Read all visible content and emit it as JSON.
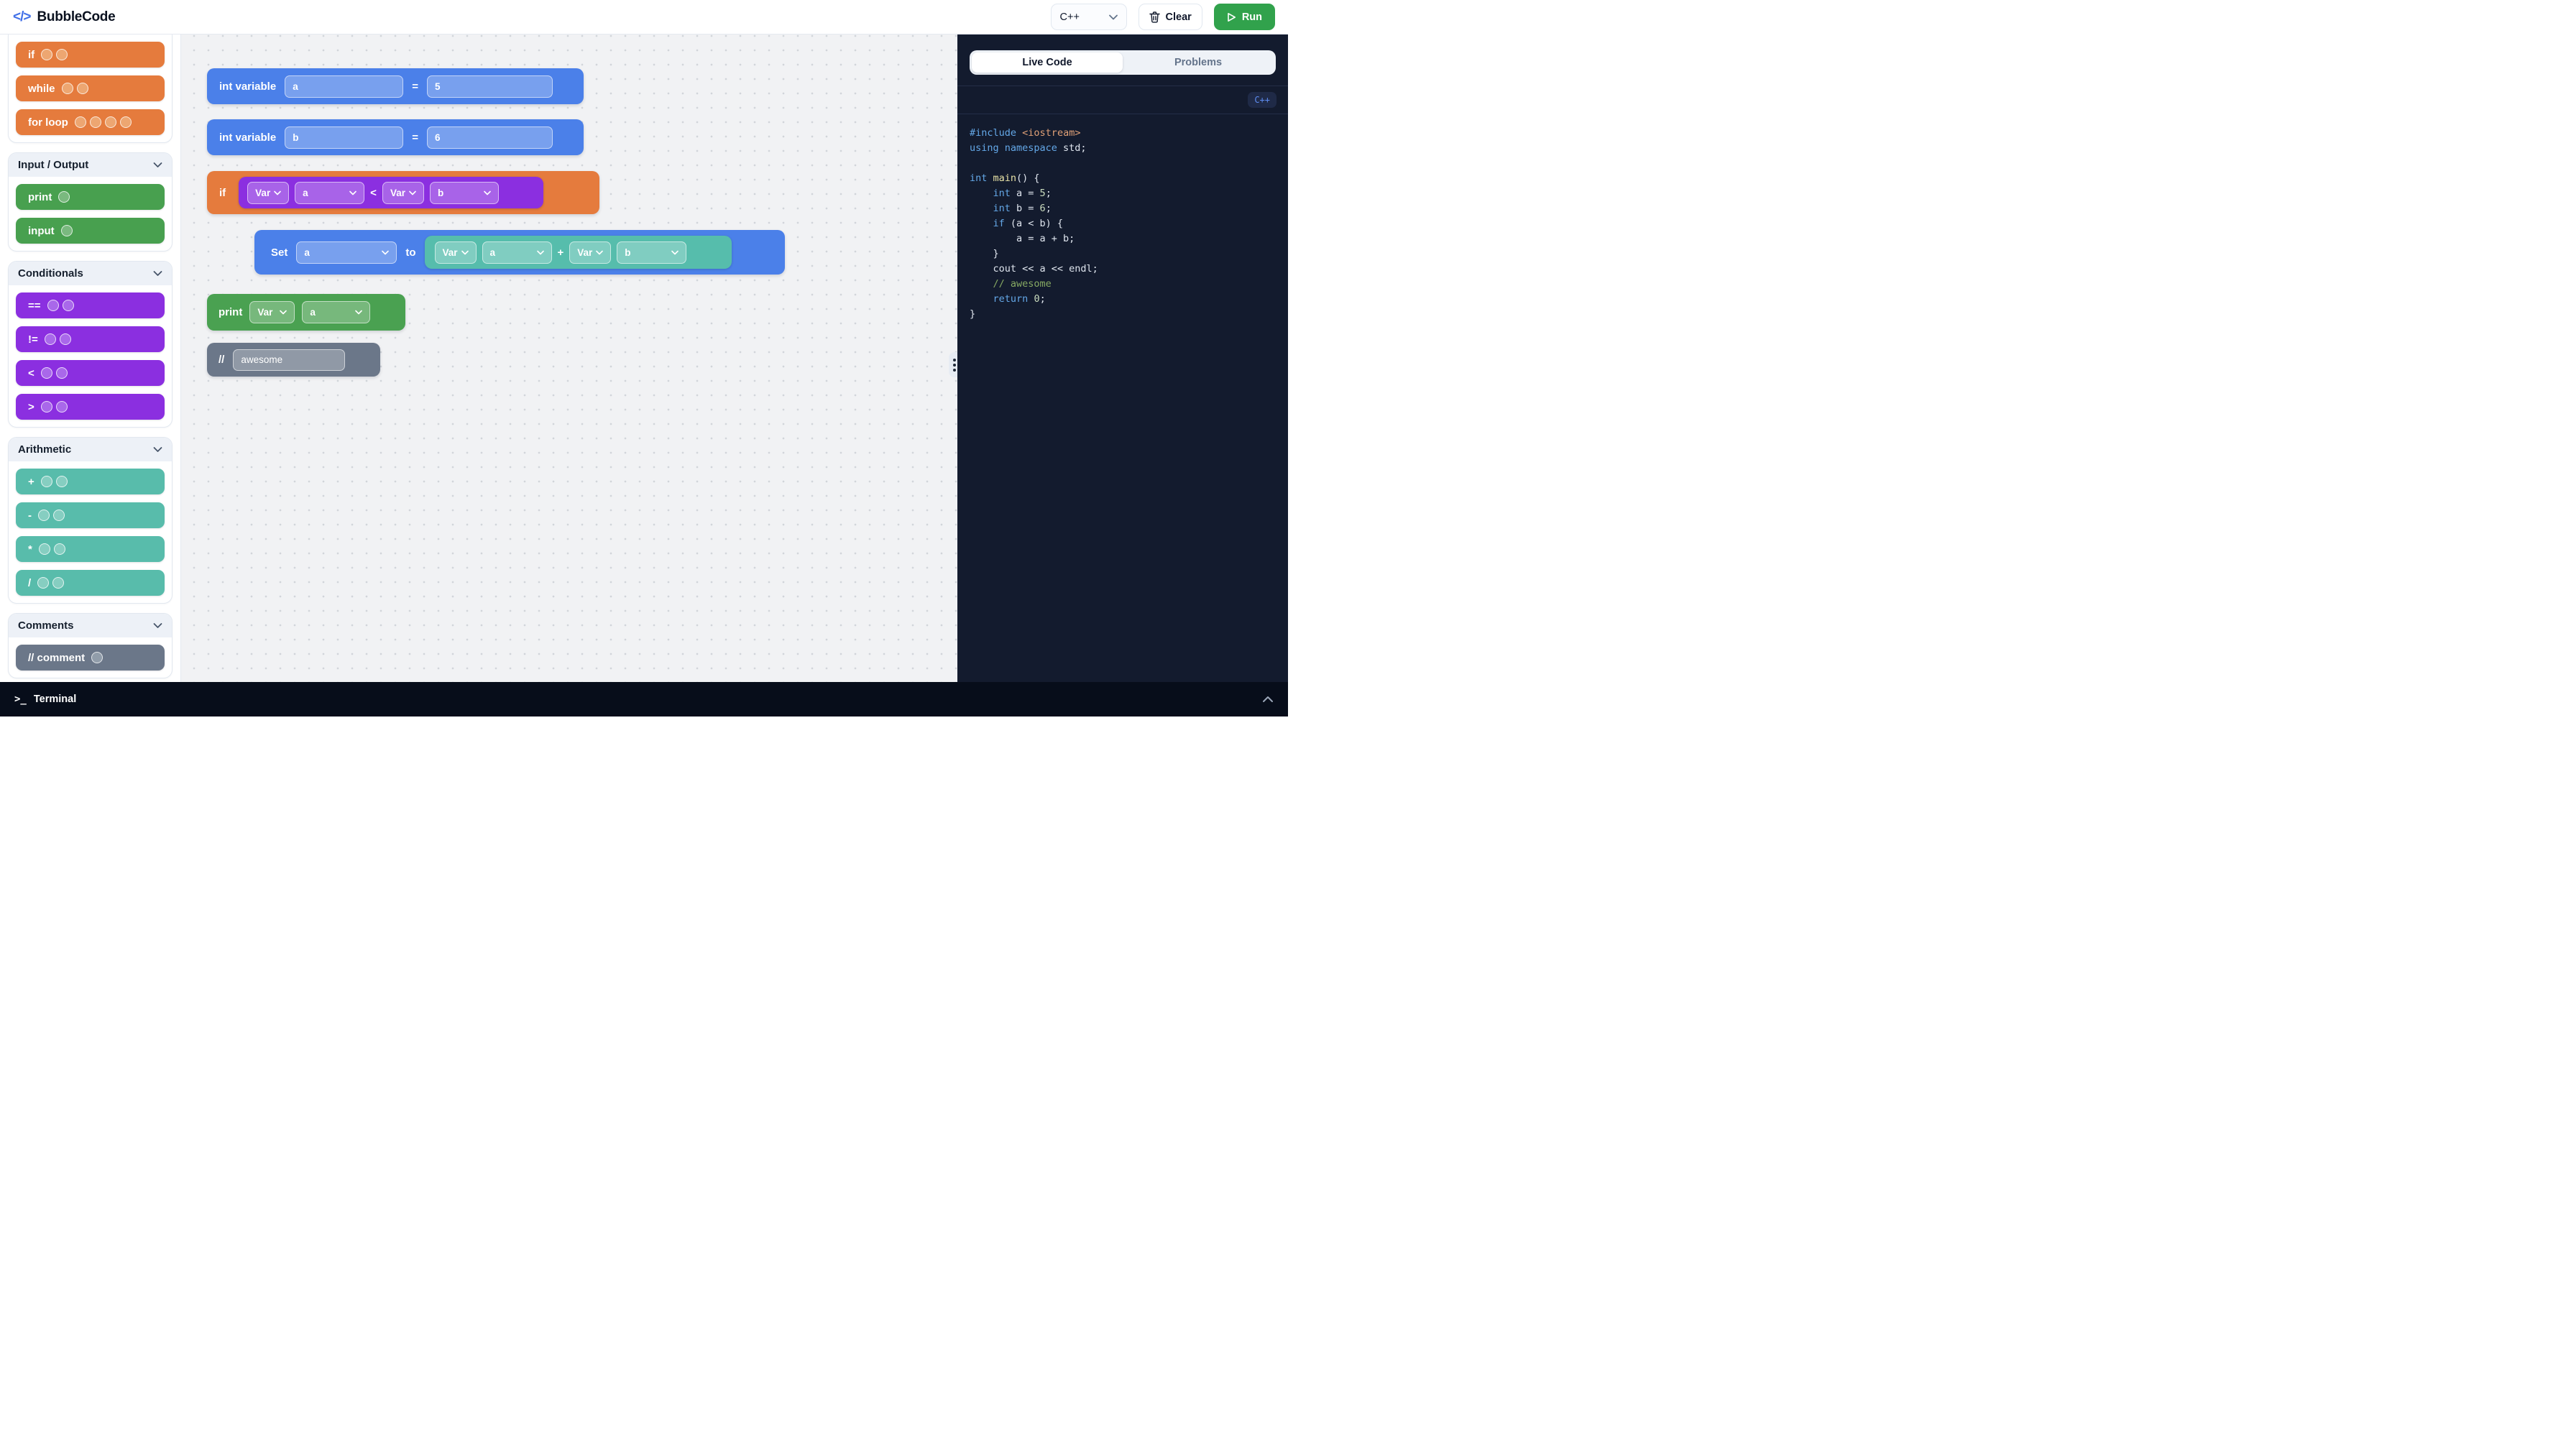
{
  "header": {
    "logo_glyph": "</>",
    "title": "BubbleCode",
    "language": "C++",
    "clear_label": "Clear",
    "run_label": "Run"
  },
  "sidebar": {
    "sections": [
      {
        "name": "control",
        "label": null,
        "color": "orange",
        "items": [
          {
            "name": "if",
            "label": "if",
            "circles": 2
          },
          {
            "name": "while",
            "label": "while",
            "circles": 2
          },
          {
            "name": "for-loop",
            "label": "for loop",
            "circles": 4
          }
        ]
      },
      {
        "name": "input-output",
        "label": "Input / Output",
        "color": "green",
        "items": [
          {
            "name": "print",
            "label": "print",
            "circles": 1
          },
          {
            "name": "input",
            "label": "input",
            "circles": 1
          }
        ]
      },
      {
        "name": "conditionals",
        "label": "Conditionals",
        "color": "purple",
        "items": [
          {
            "name": "equals",
            "label": "==",
            "circles": 2
          },
          {
            "name": "not-equals",
            "label": "!=",
            "circles": 2
          },
          {
            "name": "less-than",
            "label": "<",
            "circles": 2
          },
          {
            "name": "greater-than",
            "label": ">",
            "circles": 2
          }
        ]
      },
      {
        "name": "arithmetic",
        "label": "Arithmetic",
        "color": "teal",
        "items": [
          {
            "name": "add",
            "label": "+",
            "circles": 2
          },
          {
            "name": "subtract",
            "label": "-",
            "circles": 2
          },
          {
            "name": "multiply",
            "label": "*",
            "circles": 2
          },
          {
            "name": "divide",
            "label": "/",
            "circles": 2
          }
        ]
      },
      {
        "name": "comments",
        "label": "Comments",
        "color": "gray",
        "items": [
          {
            "name": "comment",
            "label": "// comment",
            "circles": 1
          }
        ]
      }
    ]
  },
  "canvas": {
    "var_blocks": [
      {
        "keyword": "int variable",
        "name": "a",
        "eq": "=",
        "value": "5"
      },
      {
        "keyword": "int variable",
        "name": "b",
        "eq": "=",
        "value": "6"
      }
    ],
    "if_block": {
      "keyword": "if",
      "lhs_type": "Var",
      "lhs": "a",
      "op": "<",
      "rhs_type": "Var",
      "rhs": "b"
    },
    "set_block": {
      "keyword": "Set",
      "target": "a",
      "to": "to",
      "expr": {
        "lhs_type": "Var",
        "lhs": "a",
        "op": "+",
        "rhs_type": "Var",
        "rhs": "b"
      }
    },
    "print_block": {
      "keyword": "print",
      "type": "Var",
      "var": "a"
    },
    "comment_block": {
      "prefix": "//",
      "text": "awesome"
    }
  },
  "panel": {
    "tabs": [
      "Live Code",
      "Problems"
    ],
    "active_tab": "Live Code",
    "badge": "C++",
    "code_lines": [
      [
        {
          "t": "#include",
          "c": "kw"
        },
        {
          "t": " ",
          "c": "plain"
        },
        {
          "t": "<iostream>",
          "c": "str"
        }
      ],
      [
        {
          "t": "using namespace",
          "c": "kw"
        },
        {
          "t": " std;",
          "c": "plain"
        }
      ],
      [],
      [
        {
          "t": "int",
          "c": "kw"
        },
        {
          "t": " ",
          "c": "plain"
        },
        {
          "t": "main",
          "c": "fn"
        },
        {
          "t": "() {",
          "c": "plain"
        }
      ],
      [
        {
          "t": "    ",
          "c": "plain"
        },
        {
          "t": "int",
          "c": "kw"
        },
        {
          "t": " a = ",
          "c": "plain"
        },
        {
          "t": "5",
          "c": "num"
        },
        {
          "t": ";",
          "c": "plain"
        }
      ],
      [
        {
          "t": "    ",
          "c": "plain"
        },
        {
          "t": "int",
          "c": "kw"
        },
        {
          "t": " b = ",
          "c": "plain"
        },
        {
          "t": "6",
          "c": "num"
        },
        {
          "t": ";",
          "c": "plain"
        }
      ],
      [
        {
          "t": "    ",
          "c": "plain"
        },
        {
          "t": "if",
          "c": "kw"
        },
        {
          "t": " (a < b) {",
          "c": "plain"
        }
      ],
      [
        {
          "t": "        a = a + b;",
          "c": "plain"
        }
      ],
      [
        {
          "t": "    }",
          "c": "plain"
        }
      ],
      [
        {
          "t": "    cout << a << endl;",
          "c": "plain"
        }
      ],
      [
        {
          "t": "    ",
          "c": "plain"
        },
        {
          "t": "// awesome",
          "c": "comment"
        }
      ],
      [
        {
          "t": "    ",
          "c": "plain"
        },
        {
          "t": "return",
          "c": "kw"
        },
        {
          "t": " ",
          "c": "plain"
        },
        {
          "t": "0",
          "c": "num"
        },
        {
          "t": ";",
          "c": "plain"
        }
      ],
      [
        {
          "t": "}",
          "c": "plain"
        }
      ]
    ]
  },
  "terminal": {
    "label": "Terminal"
  }
}
